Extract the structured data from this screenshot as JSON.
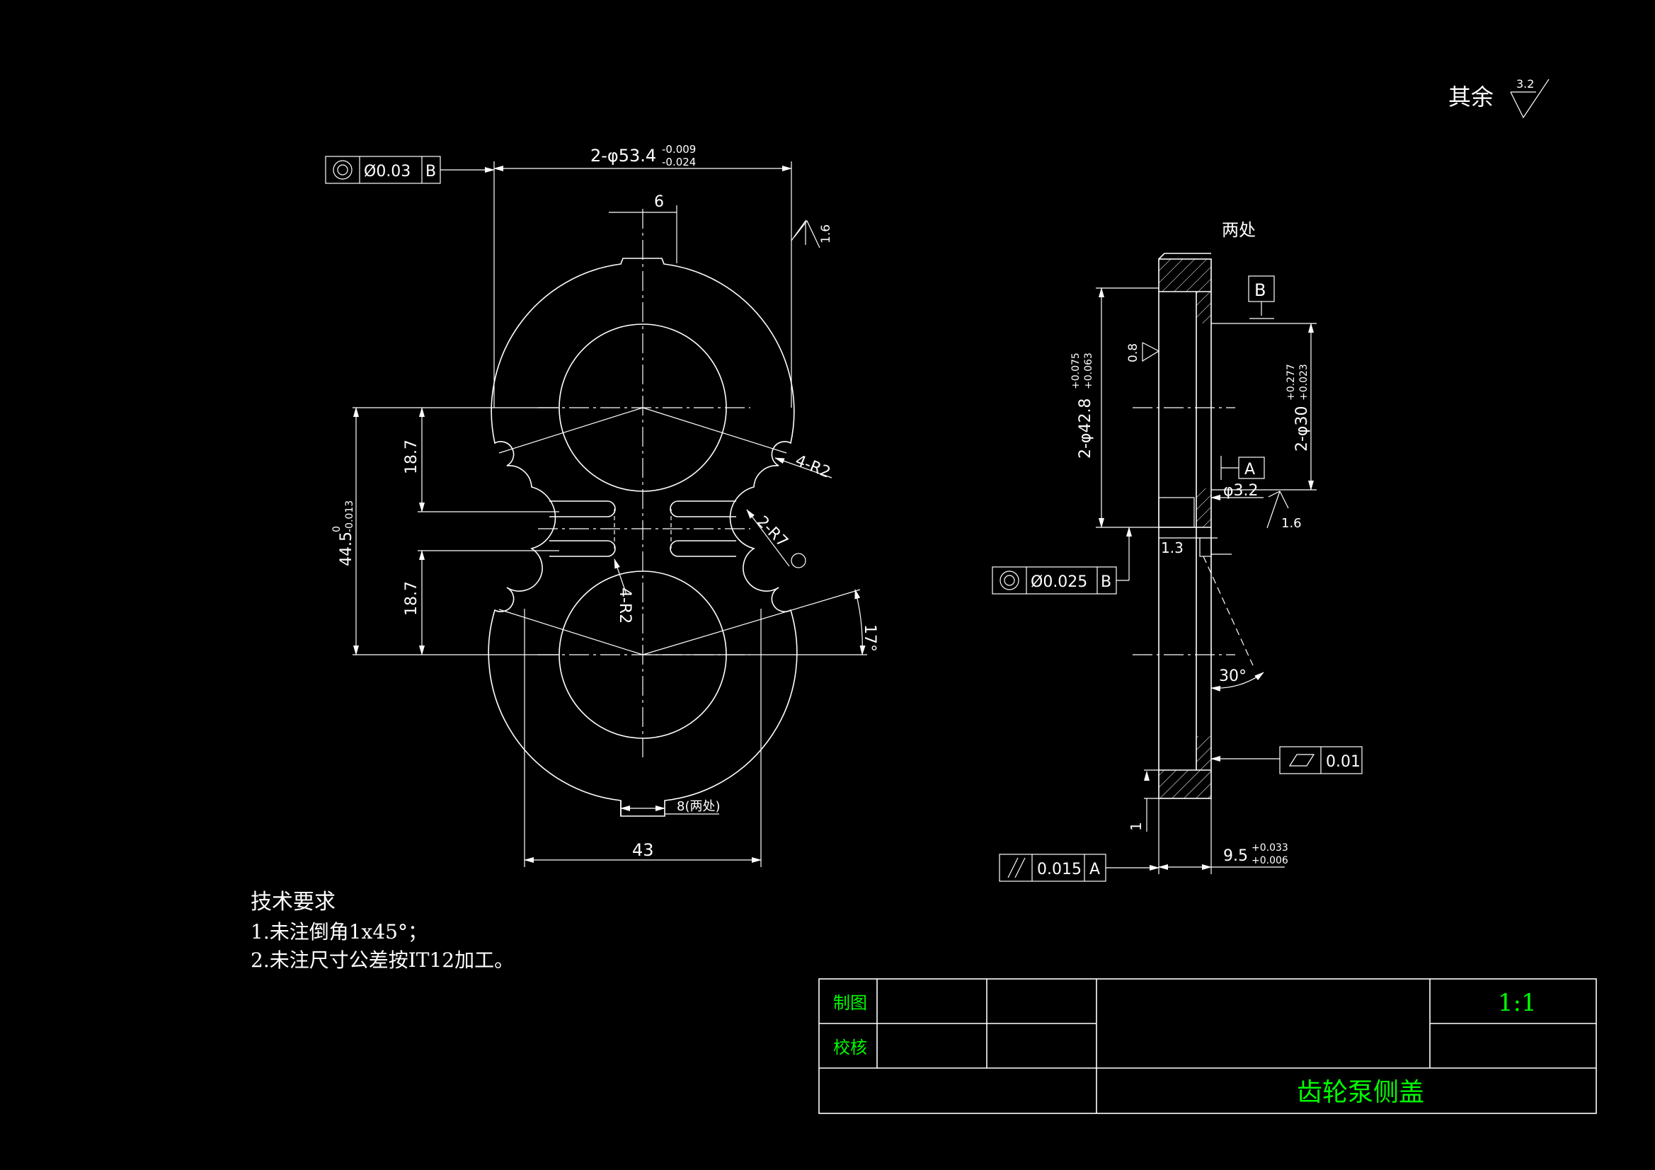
{
  "colors": {
    "background": "#000000",
    "lines": "#ffffff",
    "title_block_text": "#00ff00"
  },
  "roughness_note": {
    "label": "其余",
    "value": "3.2"
  },
  "front_view": {
    "dim_outer_diameter": "2-φ53.4",
    "dim_outer_diameter_tol_upper": "-0.009",
    "dim_outer_diameter_tol_lower": "-0.024",
    "dim_slot_width": "6",
    "roughness_1": "1.6",
    "dim_radius_notch": "4-R2",
    "dim_radius_7": "2-R7",
    "dim_radius_inner": "4-R2",
    "dim_height_upper": "18.7",
    "dim_height_lower": "18.7",
    "dim_center_distance": "44.5",
    "dim_center_distance_tol_upper": "0",
    "dim_center_distance_tol_lower": "-0.013",
    "dim_angle": "17°",
    "dim_bottom_slot": "8(两处)",
    "dim_width": "43",
    "fcf_symbol": "◎",
    "fcf_value": "Ø0.03",
    "fcf_datum": "B"
  },
  "side_view": {
    "note_two_places": "两处",
    "datum_b": "B",
    "datum_a": "A",
    "dim_bore_left": "2-φ42.8",
    "dim_bore_left_tol_upper": "+0.075",
    "dim_bore_left_tol_lower": "+0.063",
    "roughness_left": "0.8",
    "dim_bore_right": "2-φ30",
    "dim_bore_right_tol_upper": "+0.277",
    "dim_bore_right_tol_lower": "+0.023",
    "dim_hole": "φ3.2",
    "roughness_right": "1.6",
    "dim_depth": "1.3",
    "dim_angle": "30°",
    "dim_one": "1",
    "dim_thickness": "9.5",
    "dim_thickness_tol_upper": "+0.033",
    "dim_thickness_tol_lower": "+0.006",
    "fcf_coax_symbol": "◎",
    "fcf_coax_value": "Ø0.025",
    "fcf_coax_datum": "B",
    "fcf_flat_value": "0.01",
    "fcf_par_symbol": "//",
    "fcf_par_value": "0.015",
    "fcf_par_datum": "A"
  },
  "tech_requirements": {
    "title": "技术要求",
    "line1": "1.未注倒角1x45°；",
    "line2": "2.未注尺寸公差按IT12加工。"
  },
  "title_block": {
    "drawn_label": "制图",
    "checked_label": "校核",
    "scale": "1:1",
    "part_name": "齿轮泵侧盖"
  }
}
